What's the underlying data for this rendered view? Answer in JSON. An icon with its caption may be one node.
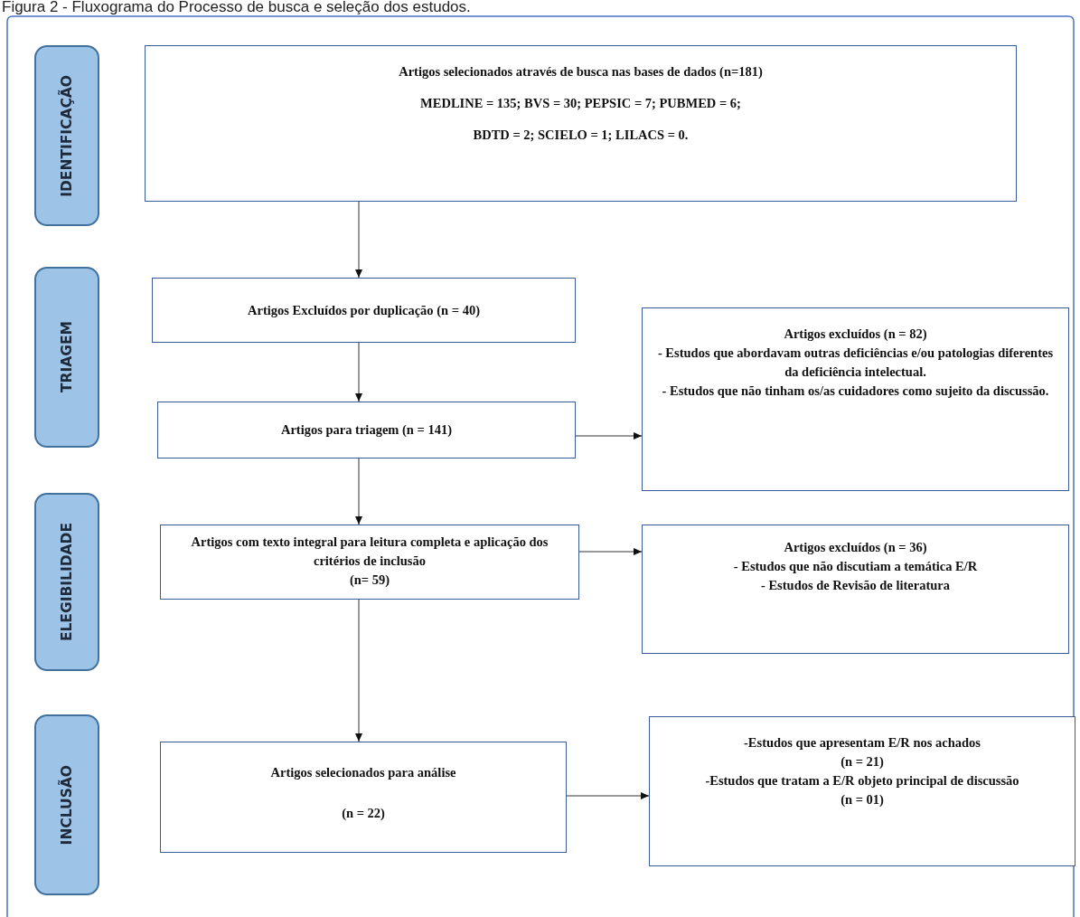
{
  "diagram": {
    "title": "Figura 2 - Fluxograma do Processo de busca e seleção dos estudos.",
    "nodes": [
      {
        "text": [
          "IDENTIFICAÇÃO"
        ]
      },
      {
        "text": [
          "Artigos selecionados através de busca nas bases de dados (n=181)",
          "MEDLINE = 135; BVS = 30; PEPSIC = 7; PUBMED = 6;",
          "BDTD = 2; SCIELO = 1; LILACS = 0."
        ]
      },
      {
        "text": [
          "TRIAGEM"
        ]
      },
      {
        "text": [
          "Artigos Excluídos por duplicação (n = 40)"
        ]
      },
      {
        "text": [
          "Artigos para triagem (n = 141)"
        ]
      },
      {
        "text": [
          "Artigos excluídos (n = 82)",
          "- Estudos que abordavam outras deficiências e/ou patologias diferentes da deficiência intelectual.",
          "- Estudos que não tinham os/as cuidadores como sujeito da discussão."
        ]
      },
      {
        "text": [
          "ELEGIBILIDADE"
        ]
      },
      {
        "text": [
          "Artigos com texto integral para leitura completa e aplicação dos critérios de inclusão",
          "(n= 59)"
        ]
      },
      {
        "text": [
          "Artigos excluídos (n = 36)",
          "- Estudos que não discutiam a temática E/R",
          "- Estudos de Revisão de literatura"
        ]
      },
      {
        "text": [
          "INCLUSÃO"
        ]
      },
      {
        "text": [
          "Artigos selecionados para análise",
          "(n = 22)"
        ]
      },
      {
        "text": [
          "-Estudos que apresentam E/R nos achados",
          "(n = 21)",
          "-Estudos que tratam a E/R objeto principal de discussão",
          "(n = 01)"
        ]
      }
    ],
    "edges": [
      {
        "from": 1,
        "to": 3,
        "arrow": "to"
      },
      {
        "from": 3,
        "to": 4,
        "arrow": "to"
      },
      {
        "from": 4,
        "to": 5,
        "arrow": "to"
      },
      {
        "from": 4,
        "to": 7,
        "arrow": "to"
      },
      {
        "from": 7,
        "to": 8,
        "arrow": "to"
      },
      {
        "from": 7,
        "to": 10,
        "arrow": "to"
      },
      {
        "from": 10,
        "to": 11,
        "arrow": "to"
      }
    ]
  }
}
